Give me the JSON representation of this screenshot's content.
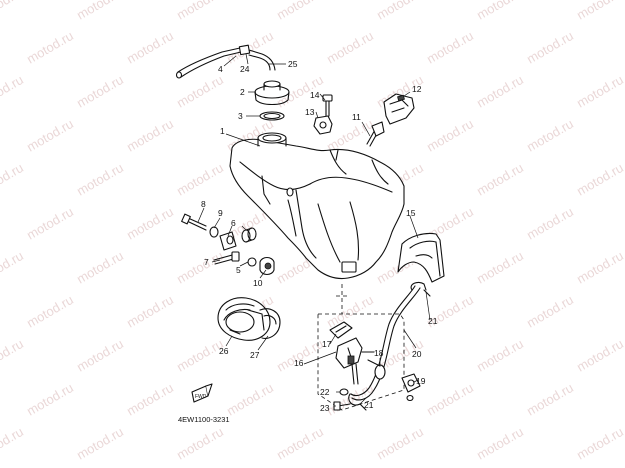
{
  "watermark": "motod.ru",
  "diagram_code": "4EW1100-3231",
  "fwd_label": "FWD",
  "callouts": {
    "n1": "1",
    "n2": "2",
    "n3": "3",
    "n4": "4",
    "n5": "5",
    "n6": "6",
    "n7": "7",
    "n8": "8",
    "n9": "9",
    "n10": "10",
    "n11": "11",
    "n12": "12",
    "n13": "13",
    "n14": "14",
    "n15": "15",
    "n16": "16",
    "n17": "17",
    "n18": "18",
    "n19": "19",
    "n20": "20",
    "n21a": "21",
    "n21b": "21",
    "n22": "22",
    "n23": "23",
    "n24": "24",
    "n25": "25",
    "n26": "26",
    "n27": "27"
  }
}
